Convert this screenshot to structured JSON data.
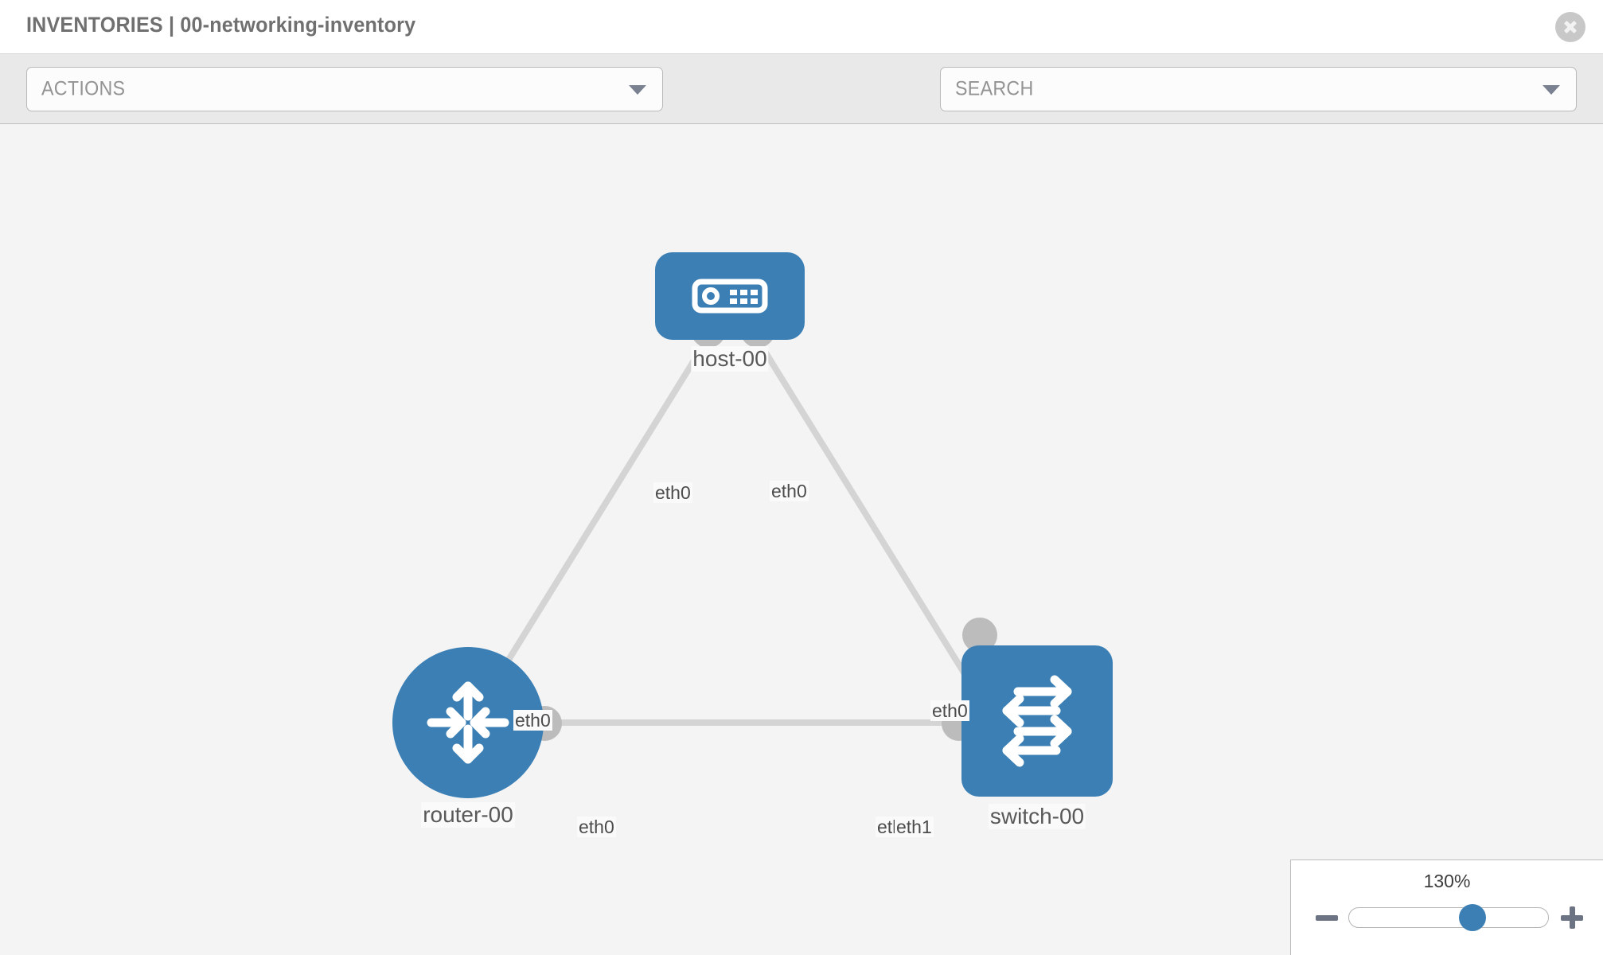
{
  "header": {
    "title": "INVENTORIES | 00-networking-inventory",
    "close_icon": "close-circle-icon"
  },
  "toolbar": {
    "actions_label": "ACTIONS",
    "actions_caret_icon": "chevron-down-icon",
    "wrench_icon": "wrench-icon",
    "key_icon": "key-icon",
    "search_placeholder": "SEARCH",
    "search_caret_icon": "chevron-down-icon"
  },
  "topology": {
    "nodes": [
      {
        "id": "host-00",
        "label": "host-00",
        "type": "host",
        "icon": "server-device-icon",
        "shape": "rounded-rect",
        "color": "#3b7fb4"
      },
      {
        "id": "router-00",
        "label": "router-00",
        "type": "router",
        "icon": "router-four-arrows-icon",
        "shape": "circle",
        "color": "#3b7fb4"
      },
      {
        "id": "switch-00",
        "label": "switch-00",
        "type": "switch",
        "icon": "switch-bidirectional-arrows-icon",
        "shape": "rounded-rect",
        "color": "#3b7fb4"
      }
    ],
    "links": [
      {
        "from": "host-00",
        "from_iface": "eth0",
        "to": "router-00",
        "to_iface": "eth0"
      },
      {
        "from": "host-00",
        "from_iface": "eth0",
        "to": "switch-00",
        "to_iface": "eth0"
      },
      {
        "from": "router-00",
        "from_iface": "eth0",
        "to": "switch-00",
        "to_iface": "eth1"
      }
    ],
    "interface_labels": {
      "host_left": "eth0",
      "host_right": "eth0",
      "router_up": "eth0",
      "switch_up": "eth0",
      "router_right": "eth0",
      "switch_left_hidden": "eth",
      "switch_left": "eth1"
    },
    "link_color": "#d4d4d4",
    "connector_color": "#bcbcbc"
  },
  "zoom_control": {
    "level": "130%",
    "minus_icon": "minus-icon",
    "plus_icon": "plus-icon",
    "thumb_position_percent": 62
  }
}
